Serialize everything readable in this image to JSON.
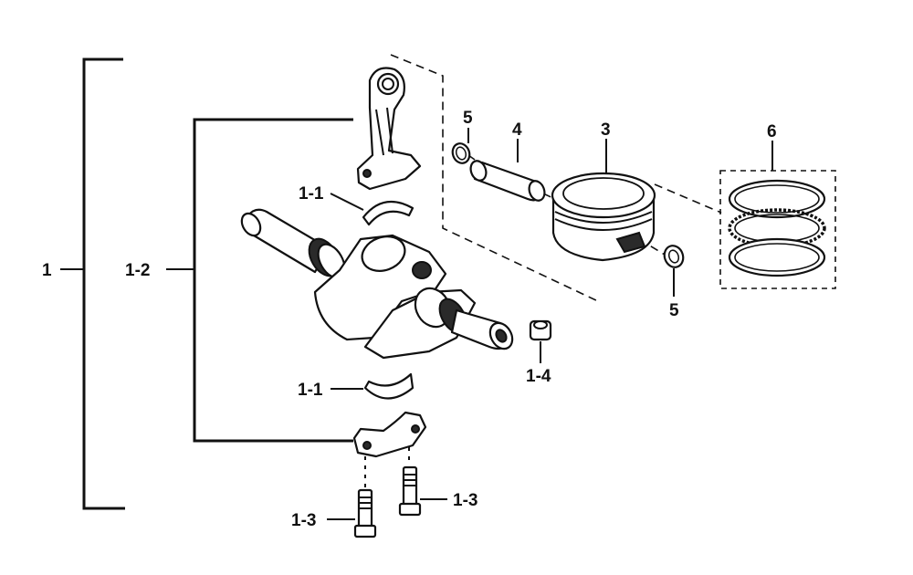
{
  "callouts": {
    "assembly": "1",
    "crankshaft_assy": "1-2",
    "bearing_upper": "1-1",
    "bearing_lower": "1-1",
    "bolt_left": "1-3",
    "bolt_right": "1-3",
    "nut": "1-4",
    "piston": "3",
    "pin": "4",
    "clip_top": "5",
    "clip_bottom": "5",
    "rings": "6"
  }
}
